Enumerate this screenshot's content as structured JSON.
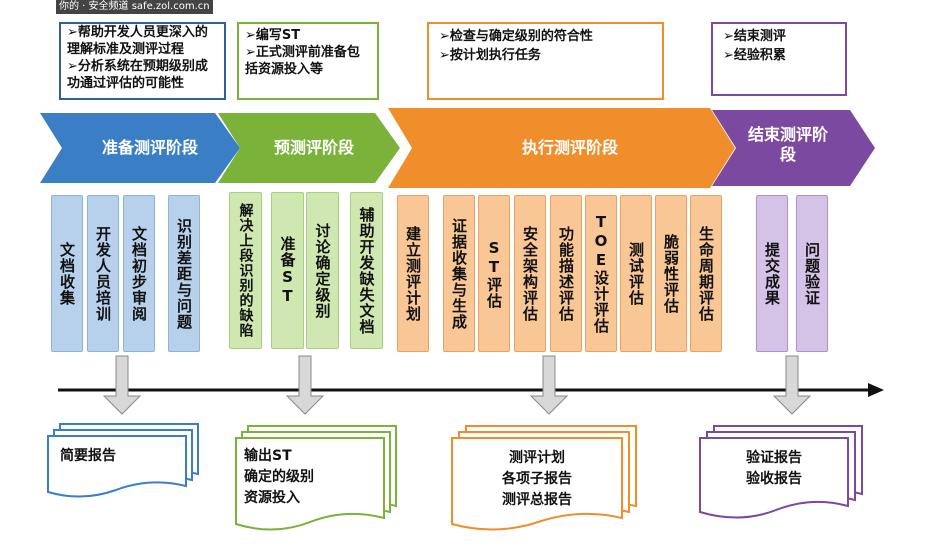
{
  "watermark": "你的 · 安全频道 safe.zol.com.cn",
  "stages": [
    {
      "label": "准备测评阶段",
      "color": "#3a7ec6"
    },
    {
      "label": "预测评阶段",
      "color": "#7ab23a"
    },
    {
      "label": "执行测评阶段",
      "color": "#f08e2c"
    },
    {
      "label": "结束测评阶段",
      "color": "#7b4aa0"
    }
  ],
  "notes": {
    "prep": [
      "➢帮助开发人员更深入的理解标准及测评过程",
      "➢分析系统在预期级别成功通过评估的可能性"
    ],
    "pre": [
      "➢编写ST",
      "➢正式测评前准备包括资源投入等"
    ],
    "exec": [
      "➢检查与确定级别的符合性",
      "➢按计划执行任务"
    ],
    "end": [
      "➢结束测评",
      "➢经验积累"
    ]
  },
  "activities": {
    "prep": [
      "文档收集",
      "开发人员培训",
      "文档初步审阅",
      "识别差距与问题"
    ],
    "pre": [
      "解决上段识别的缺陷",
      "准备ST",
      "讨论确定级别",
      "辅助开发缺失文档"
    ],
    "exec": [
      "建立测评计划",
      "证据收集与生成",
      "ST评估",
      "安全架构评估",
      "功能描述评估",
      "TOE设计评估",
      "测试评估",
      "脆弱性评估",
      "生命周期评估"
    ],
    "end": [
      "提交成果",
      "问题验证"
    ]
  },
  "outputs": {
    "prep": [
      "简要报告"
    ],
    "pre": [
      "输出ST",
      "确定的级别",
      "资源投入"
    ],
    "exec": [
      "测评计划",
      "各项子报告",
      "测评总报告"
    ],
    "end": [
      "验证报告",
      "验收报告"
    ]
  }
}
